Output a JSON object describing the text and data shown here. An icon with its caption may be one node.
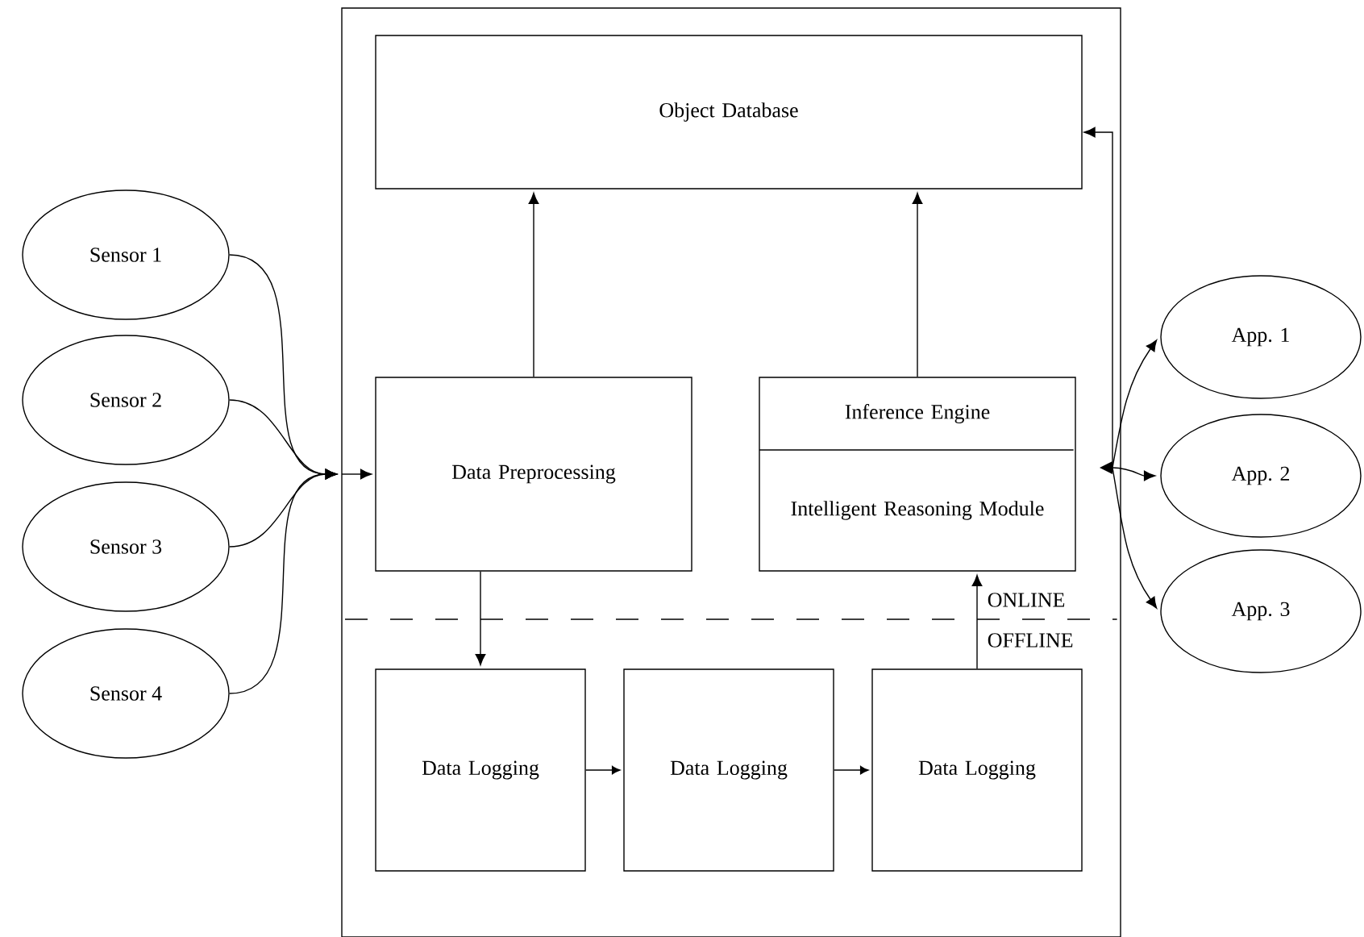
{
  "diagram": {
    "nodes": [
      {
        "text": [],
        "shape": "box"
      },
      {
        "text": [
          "Object Database"
        ],
        "in": 0
      },
      {
        "text": [
          "Data Preprocessing"
        ],
        "in": 0
      },
      {
        "text": [
          "Inference Engine",
          "Intelligent Reasoning Module"
        ],
        "in": 0
      },
      {
        "text": [
          "Data Logging"
        ],
        "in": 0
      },
      {
        "text": [
          "Data Logging"
        ],
        "in": 0
      },
      {
        "text": [
          "Data Logging"
        ],
        "in": 0
      },
      {
        "text": [
          "Sensor 1"
        ]
      },
      {
        "text": [
          "Sensor 2"
        ]
      },
      {
        "text": [
          "Sensor 3"
        ]
      },
      {
        "text": [
          "Sensor 4"
        ]
      },
      {
        "text": [
          "App. 1"
        ]
      },
      {
        "text": [
          "App. 2"
        ]
      },
      {
        "text": [
          "App. 3"
        ]
      }
    ],
    "edges": [
      {
        "from": 7,
        "to": 0,
        "arrow": "to"
      },
      {
        "from": 8,
        "to": 0,
        "arrow": "to"
      },
      {
        "from": 9,
        "to": 0,
        "arrow": "to"
      },
      {
        "from": 10,
        "to": 0,
        "arrow": "to"
      },
      {
        "from": null,
        "to": 2,
        "arrow": "to"
      },
      {
        "from": 2,
        "to": 1,
        "arrow": "to"
      },
      {
        "from": 3,
        "to": 1,
        "arrow": "to"
      },
      {
        "from": 2,
        "to": 4,
        "arrow": "to"
      },
      {
        "from": 4,
        "to": 5,
        "arrow": "to"
      },
      {
        "from": 5,
        "to": 6,
        "arrow": "to"
      },
      {
        "from": 6,
        "to": 3,
        "arrow": "to"
      },
      {
        "from": 1,
        "to": 11,
        "arrow": "both"
      },
      {
        "from": 1,
        "to": 12,
        "arrow": "both"
      },
      {
        "from": 1,
        "to": 13,
        "arrow": "both"
      }
    ],
    "labels": [
      "ONLINE",
      "OFFLINE"
    ]
  }
}
